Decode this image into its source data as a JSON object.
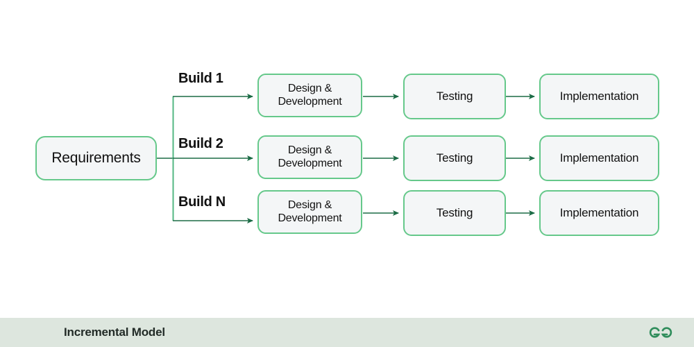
{
  "diagram": {
    "title": "Incremental Model",
    "start_node": {
      "label": "Requirements"
    },
    "branches": [
      {
        "build_label": "Build 1",
        "stages": [
          {
            "label": "Design & Development"
          },
          {
            "label": "Testing"
          },
          {
            "label": "Implementation"
          }
        ]
      },
      {
        "build_label": "Build 2",
        "stages": [
          {
            "label": "Design & Development"
          },
          {
            "label": "Testing"
          },
          {
            "label": "Implementation"
          }
        ]
      },
      {
        "build_label": "Build N",
        "stages": [
          {
            "label": "Design & Development"
          },
          {
            "label": "Testing"
          },
          {
            "label": "Implementation"
          }
        ]
      }
    ]
  },
  "footer": {
    "caption": "Incremental Model",
    "logo_name": "geeksforgeeks-logo"
  },
  "colors": {
    "node_border": "#65c88a",
    "node_fill": "#f4f6f7",
    "arrow": "#1b6b45",
    "trunk": "#53b783",
    "footer_bg": "#dde6de",
    "footer_text": "#222b27",
    "logo": "#2f8d5b",
    "page_bg": "#ffffff"
  }
}
